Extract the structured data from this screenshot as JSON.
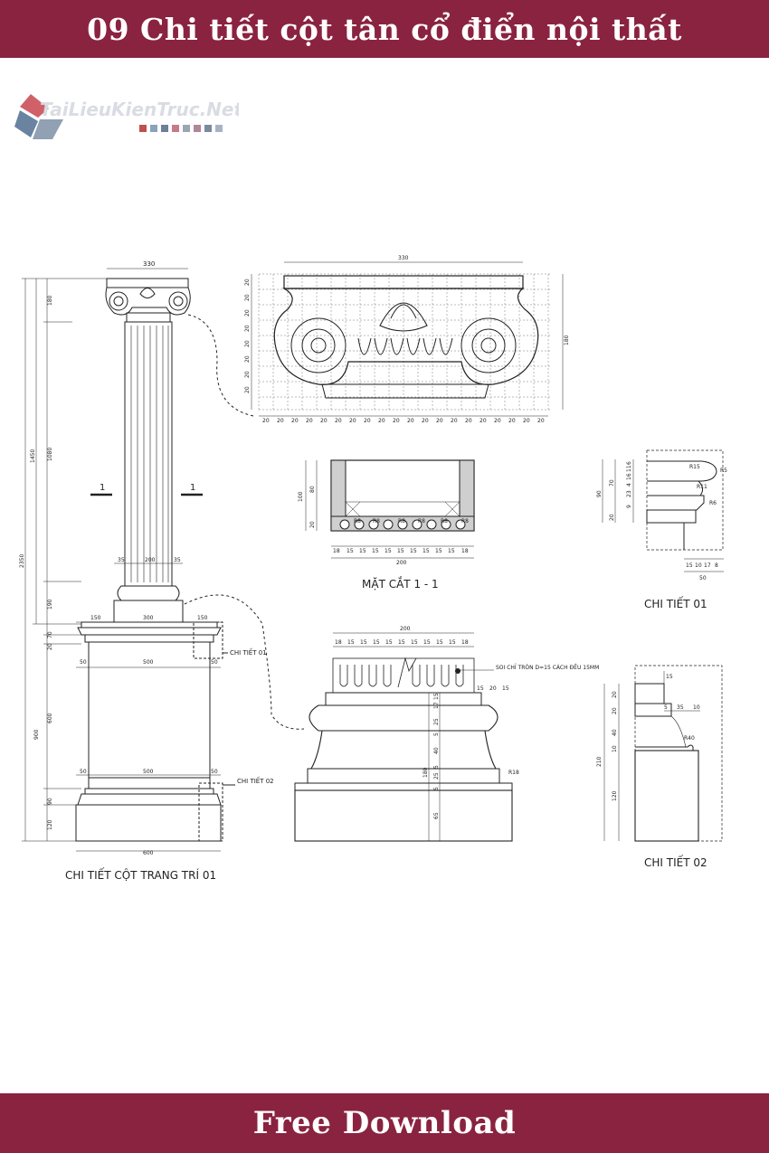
{
  "header": {
    "title": "09 Chi tiết cột tân cổ điển nội thất"
  },
  "footer": {
    "label": "Free Download"
  },
  "logo": {
    "text": "TaiLieuKienTruc.Net",
    "icon": "tlkt-logo-icon"
  },
  "drawing": {
    "column": {
      "title": "CHI TIẾT CỘT TRANG TRÍ 01",
      "dims": {
        "cap_width": "330",
        "total_height": "2350",
        "upper_height": "1450",
        "cap_height": "180",
        "shaft_height": "1080",
        "collar_height": "190",
        "a20": "20",
        "a70": "70",
        "pedestal_height": "900",
        "die_height": "600",
        "a90": "90",
        "a120": "120",
        "shaft_left": "35",
        "shaft_width": "200",
        "shaft_right": "35",
        "cornice_left": "150",
        "cornice_width": "300",
        "cornice_right": "150",
        "die_l1": "50",
        "die_w1": "500",
        "die_r1": "50",
        "die_l2": "50",
        "die_w2": "500",
        "die_r2": "50",
        "base_width": "600"
      },
      "section_mark": "1",
      "ref_01": "CHI TIẾT 01",
      "ref_02": "CHI TIẾT 02"
    },
    "capital": {
      "width": "330",
      "height": "180",
      "grid": "20"
    },
    "section": {
      "title": "MẶT CẮT 1 - 1",
      "height": "100",
      "h80": "80",
      "h20": "20",
      "width": "200",
      "radius": "R8",
      "spacing": [
        "18",
        "15",
        "15",
        "15",
        "15",
        "15",
        "15",
        "15",
        "15",
        "15",
        "18"
      ]
    },
    "detail01": {
      "title": "CHI TIẾT 01",
      "left_total": "90",
      "left_70": "70",
      "left_20": "20",
      "small": [
        "6",
        "11",
        "16",
        "4",
        "23",
        "9"
      ],
      "r15": "R15",
      "r5": "R5",
      "r11": "R11",
      "r6": "R6",
      "bottom": [
        "15",
        "10",
        "17",
        "8"
      ],
      "total": "50"
    },
    "base": {
      "width": "200",
      "top_spacing": [
        "18",
        "15",
        "15",
        "15",
        "15",
        "15",
        "15",
        "15",
        "15",
        "15",
        "18"
      ],
      "note": "SOI CHỈ TRÒN D=15 CÁCH ĐỀU 15MM",
      "side": [
        "15",
        "20",
        "15"
      ],
      "vertical": [
        "15",
        "17",
        "25",
        "5",
        "40",
        "5",
        "25",
        "5",
        "65"
      ],
      "total": "180",
      "radius": "R18"
    },
    "detail02": {
      "title": "CHI TIẾT 02",
      "v": [
        "20",
        "20",
        "40",
        "10",
        "120"
      ],
      "total": "210",
      "top": "15",
      "mid": [
        "5",
        "35",
        "10"
      ],
      "radius": "R40"
    }
  }
}
